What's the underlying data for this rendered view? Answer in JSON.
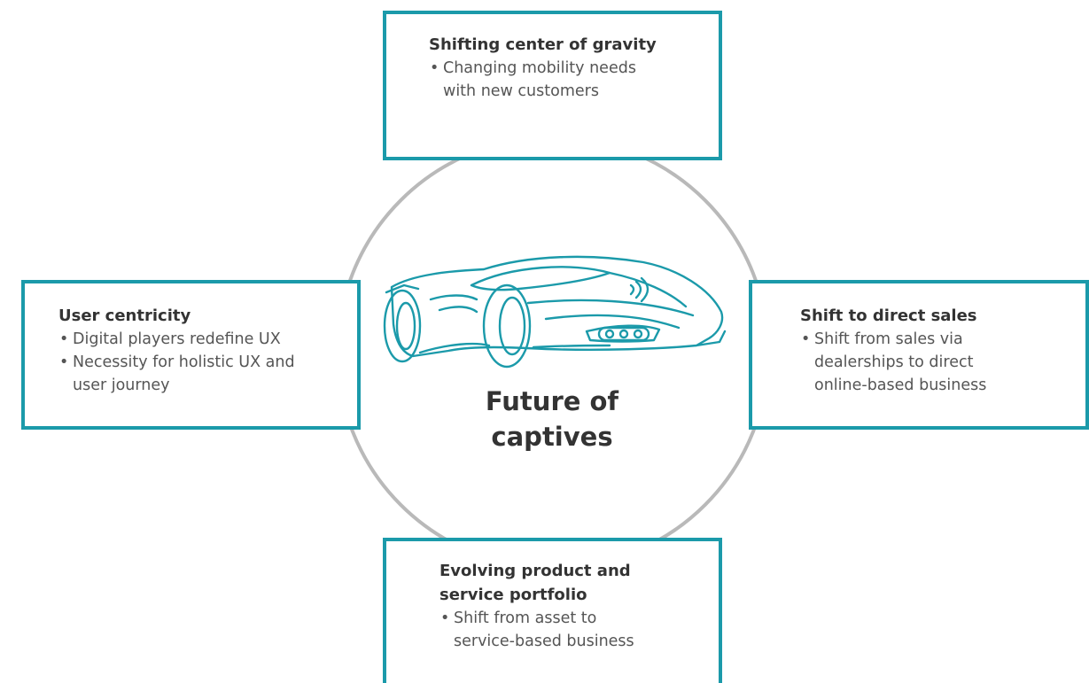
{
  "colors": {
    "accent": "#1b9aaa",
    "ring": "#b9b9b9",
    "title_text": "#333333",
    "body_text": "#555555"
  },
  "center": {
    "line1": "Future of",
    "line2": "captives",
    "illustration": "sports-car-icon"
  },
  "boxes": {
    "top": {
      "title": "Shifting center of gravity",
      "items": [
        "Changing mobility needs",
        "with new customers"
      ]
    },
    "left": {
      "title": "User centricity",
      "items": [
        "Digital players redefine UX",
        "Necessity for holistic UX and",
        "user journey"
      ]
    },
    "right": {
      "title": "Shift to direct sales",
      "items": [
        "Shift from sales via",
        "dealerships to direct",
        "online-based business"
      ]
    },
    "bottom": {
      "title_line1": "Evolving product and",
      "title_line2": "service portfolio",
      "items": [
        "Shift from asset to",
        "service-based business"
      ]
    }
  },
  "bullet": "•"
}
